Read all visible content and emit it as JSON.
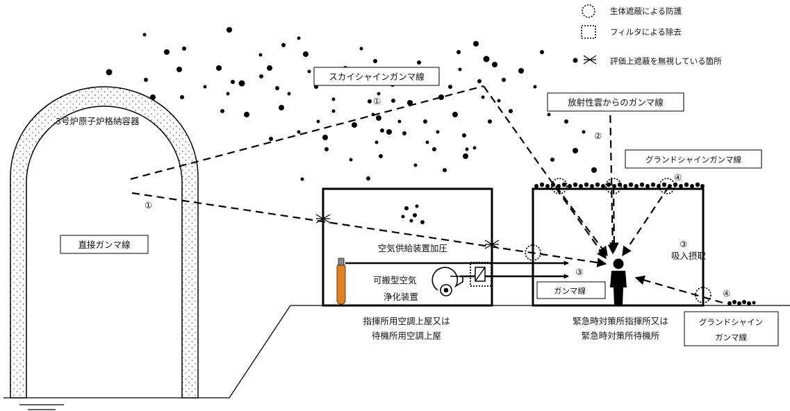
{
  "legend": {
    "biological_shielding": "生体遮蔽による防護",
    "filter_removal": "フィルタによる除去",
    "ignored_shielding": "評価上遮蔽を無視している箇所"
  },
  "labels": {
    "containment_vessel": "3号炉原子炉格納容器",
    "direct_gamma": "直接ガンマ線",
    "skyshine_gamma": "スカイシャインガンマ線",
    "cloud_gamma": "放射性雲からのガンマ線",
    "groundshine_gamma_top": "グランドシャインガンマ線",
    "groundshine_gamma_box_line1": "グランドシャイン",
    "groundshine_gamma_box_line2": "ガンマ線",
    "air_supply_pressurization": "空気供給装置加圧",
    "portable_air_line1": "可搬型空気",
    "portable_air_line2": "浄化装置",
    "inhalation": "吸入摂取",
    "gamma": "ガンマ線",
    "command_room_line1": "指揮所用空調上屋又は",
    "command_room_line2": "待機所用空調上屋",
    "emergency_line1": "緊急時対策所指揮所又は",
    "emergency_line2": "緊急時対策所待機所"
  },
  "markers": {
    "m1_sky": "①",
    "m1_direct": "①",
    "m2": "②",
    "m3_inhal": "③",
    "m3_gamma": "③",
    "m4_roof": "④",
    "m4_ground": "④"
  },
  "colors": {
    "line": "#000000",
    "cylinder": "#d9822b",
    "dots": "#000000"
  }
}
